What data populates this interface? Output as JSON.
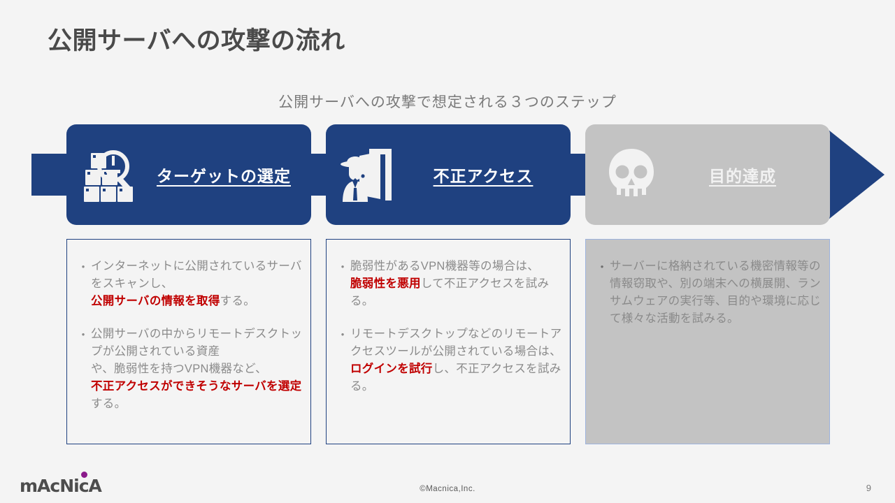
{
  "slide": {
    "title": "公開サーバへの攻撃の流れ",
    "subtitle": "公開サーバへの攻撃で想定される３つのステップ"
  },
  "colors": {
    "navy": "#1f4180",
    "grey": "#c3c3c3",
    "highlight_red": "#c00000",
    "body_text": "#8a8a8a",
    "title_text": "#4a4a4a",
    "background": "#f4f4f4",
    "logo_dot": "#8b1a8b",
    "grey_box_border": "#9db3de"
  },
  "steps": [
    {
      "id": "step-1",
      "label": "ターゲットの選定",
      "icon": "boxes-magnifier-icon",
      "state": "active"
    },
    {
      "id": "step-2",
      "label": "不正アクセス",
      "icon": "intruder-door-icon",
      "state": "active"
    },
    {
      "id": "step-3",
      "label": "目的達成",
      "icon": "skull-icon",
      "state": "inactive"
    }
  ],
  "details": [
    {
      "id": "detail-1",
      "bullets": [
        [
          {
            "t": "インターネットに公開されている",
            "hl": false
          },
          {
            "t": "サーバをスキャンし、",
            "hl": false,
            "br": true
          },
          {
            "t": "公開サーバの情報を取得",
            "hl": true
          },
          {
            "t": "する。",
            "hl": false
          }
        ],
        [
          {
            "t": "公開サーバの中からリモート",
            "hl": false
          },
          {
            "t": "デスクトップが公開されている資産",
            "hl": false,
            "br": true
          },
          {
            "t": "や、脆弱性を持つVPN機器など、",
            "hl": false,
            "br": true
          },
          {
            "t": "不正アクセスができそうな",
            "hl": true
          },
          {
            "t": "サーバを選定",
            "hl": true
          },
          {
            "t": "する。",
            "hl": false
          }
        ]
      ]
    },
    {
      "id": "detail-2",
      "bullets": [
        [
          {
            "t": "脆弱性があるVPN機器等の場合は、",
            "hl": false,
            "br": true
          },
          {
            "t": "脆弱性を悪用",
            "hl": true
          },
          {
            "t": "して不正アクセス",
            "hl": false
          },
          {
            "t": "を試みる。",
            "hl": false
          }
        ],
        [
          {
            "t": "リモートデスクトップなどの",
            "hl": false
          },
          {
            "t": "リモートアクセスツールが公開",
            "hl": false
          },
          {
            "t": "されている場合は、",
            "hl": false
          },
          {
            "t": "ログインを",
            "hl": true
          },
          {
            "t": "試行",
            "hl": true
          },
          {
            "t": "し、不正アクセスを試みる。",
            "hl": false
          }
        ]
      ]
    },
    {
      "id": "detail-3",
      "bullets": [
        [
          {
            "t": "サーバーに格納されている機密情報",
            "hl": false
          },
          {
            "t": "等の情報窃取や、別の端末への",
            "hl": false
          },
          {
            "t": "横展開、ランサムウェアの実行等、",
            "hl": false
          },
          {
            "t": "目的や環境に応じて様々な活動を",
            "hl": false
          },
          {
            "t": "試みる。",
            "hl": false
          }
        ]
      ]
    }
  ],
  "footer": {
    "logo_text": "mAcNicA",
    "copyright": "©Macnica,Inc.",
    "page_number": "9"
  }
}
